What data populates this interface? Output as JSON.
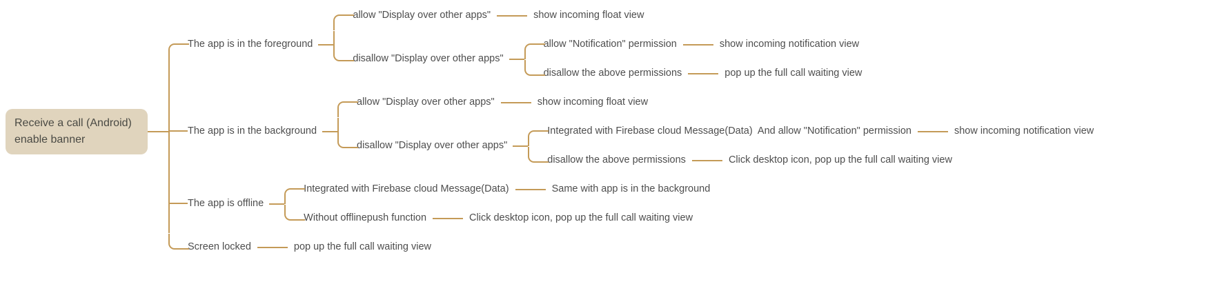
{
  "palette": {
    "line": "#c49a57",
    "root_bg": "#e0d4bd",
    "text": "#4d4d4d",
    "bg": "#ffffff"
  },
  "tree": {
    "root": "Receive a call (Android) enable banner",
    "branches": [
      {
        "label": "The app is in the foreground",
        "children": [
          {
            "label": "allow \"Display over other apps\"",
            "result": "show incoming float view"
          },
          {
            "label": "disallow \"Display over other apps\"",
            "children": [
              {
                "label": "allow \"Notification\" permission",
                "result": "show incoming notification view"
              },
              {
                "label": "disallow the above permissions",
                "result": "pop up the full call waiting view"
              }
            ]
          }
        ]
      },
      {
        "label": "The app is in the background",
        "children": [
          {
            "label": "allow \"Display over other apps\"",
            "result": "show incoming float view"
          },
          {
            "label": "disallow \"Display over other apps\"",
            "children": [
              {
                "label": "Integrated with Firebase cloud Message(Data)  And allow \"Notification\" permission",
                "result": "show incoming notification view"
              },
              {
                "label": "disallow the above permissions",
                "result": "Click desktop icon, pop up the full call waiting view"
              }
            ]
          }
        ]
      },
      {
        "label": "The app is offline",
        "children": [
          {
            "label": "Integrated with Firebase cloud Message(Data)",
            "result": "Same with app is in the background"
          },
          {
            "label": "Without offlinepush function",
            "result": "Click desktop icon, pop up the full call waiting view"
          }
        ]
      },
      {
        "label": "Screen locked",
        "result": "pop up the full call waiting view"
      }
    ]
  }
}
